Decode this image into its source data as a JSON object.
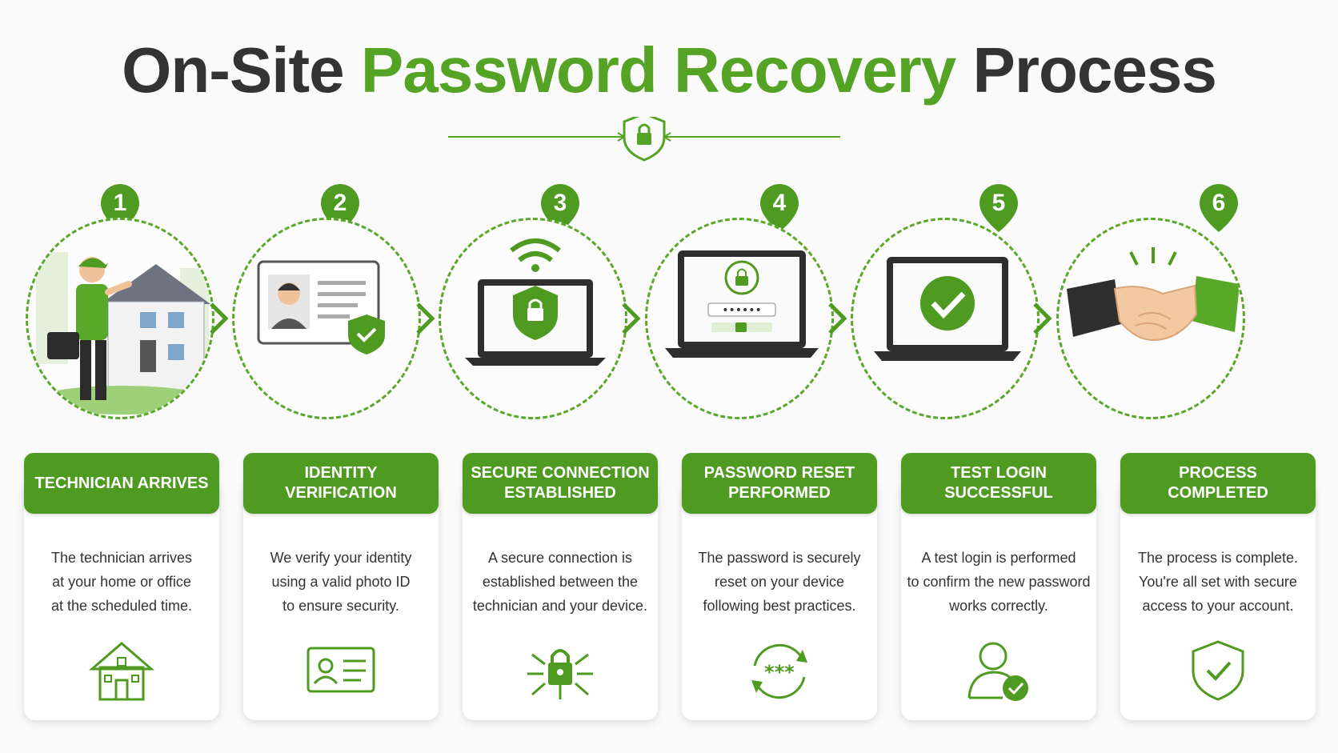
{
  "title": {
    "part1": "On-Site",
    "part2": "Password Recovery",
    "part3": "Process"
  },
  "colors": {
    "accent": "#54a324",
    "accent_dark": "#4f9a21",
    "text": "#333333"
  },
  "steps": [
    {
      "number": "1",
      "heading": "TECHNICIAN ARRIVES",
      "desc": [
        "The technician arrives",
        "at your home or office",
        "at the scheduled time."
      ],
      "illustration": "technician-at-house",
      "icon": "house-icon"
    },
    {
      "number": "2",
      "heading": "IDENTITY VERIFICATION",
      "desc": [
        "We verify your identity",
        "using a valid photo ID",
        "to ensure security."
      ],
      "illustration": "photo-id-card",
      "icon": "id-card-icon"
    },
    {
      "number": "3",
      "heading": "SECURE CONNECTION ESTABLISHED",
      "desc": [
        "A secure connection is",
        "established between the",
        "technician and your device."
      ],
      "illustration": "laptop-shield-wifi",
      "icon": "network-lock-icon"
    },
    {
      "number": "4",
      "heading": "PASSWORD RESET PERFORMED",
      "desc": [
        "The password is securely",
        "reset on your device",
        "following best practices."
      ],
      "illustration": "laptop-password-reset",
      "icon": "password-refresh-icon"
    },
    {
      "number": "5",
      "heading": "TEST LOGIN SUCCESSFUL",
      "desc": [
        "A test login is performed",
        "to confirm the new password",
        "works correctly."
      ],
      "illustration": "laptop-checkmark",
      "icon": "user-check-icon"
    },
    {
      "number": "6",
      "heading": "PROCESS COMPLETED",
      "desc": [
        "The process is complete.",
        "You're all set with secure",
        "access to your account."
      ],
      "illustration": "handshake",
      "icon": "shield-check-icon"
    }
  ]
}
